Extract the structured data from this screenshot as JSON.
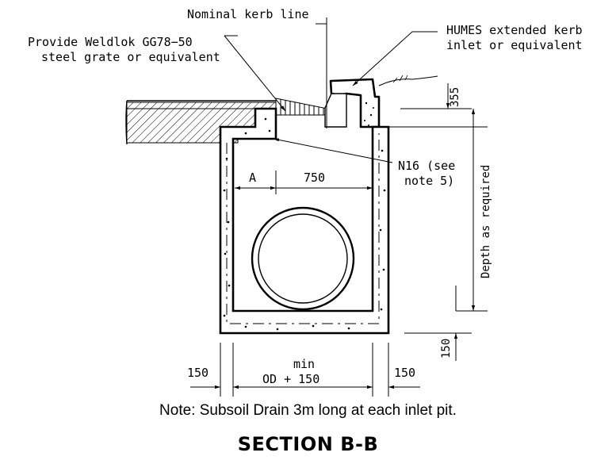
{
  "labels": {
    "nominal_kerb": "Nominal kerb line",
    "grate_line1": "Provide Weldlok GG78−50",
    "grate_line2": "steel grate or equivalent",
    "humes_line1": "HUMES extended kerb",
    "humes_line2": "inlet or equivalent",
    "dim_355": "355",
    "n16_line1": "N16 (see",
    "n16_line2": "note 5)",
    "dim_a": "A",
    "dim_750": "750",
    "depth": "Depth as required",
    "dim_150_right": "150",
    "min": "min",
    "od_plus_150": "OD + 150",
    "dim_150_left": "150",
    "dim_150_bottom": "150"
  },
  "note": "Note: Subsoil Drain 3m long at each inlet pit.",
  "title": "SECTION B-B"
}
